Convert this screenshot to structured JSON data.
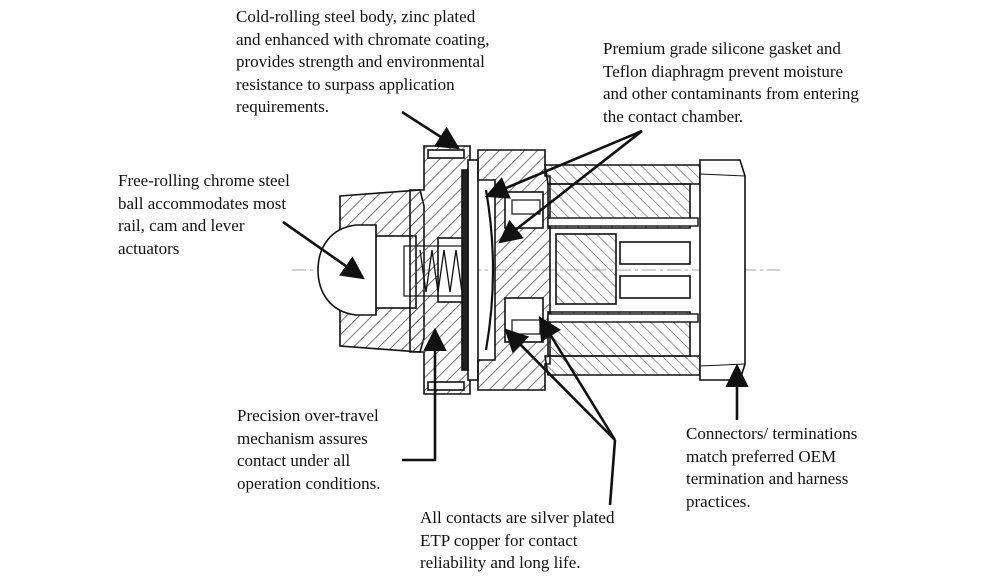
{
  "callouts": {
    "body": "Cold-rolling steel body, zinc plated\nand enhanced with chromate coating,\nprovides strength and environmental\nresistance to surpass application\nrequirements.",
    "gasket": "Premium grade silicone gasket and\nTeflon diaphragm prevent moisture\nand other contaminants from entering\nthe contact chamber.",
    "ball": "Free-rolling chrome steel\nball accommodates most\nrail, cam and lever\nactuators",
    "overtravel": "Precision over-travel\nmechanism assures\ncontact under all\noperation conditions.",
    "contacts": "All contacts are silver plated\nETP copper for contact\nreliability and long life.",
    "connectors": "Connectors/ terminations\nmatch preferred OEM\ntermination and harness\npractices."
  },
  "colors": {
    "line": "#111111",
    "hatch": "#555555",
    "background": "#ffffff"
  }
}
